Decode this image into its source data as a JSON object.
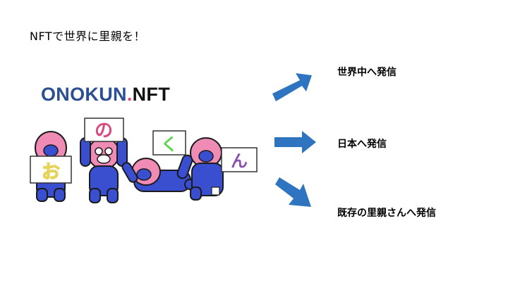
{
  "slide": {
    "title": "NFTで世界に里親を！",
    "logo": {
      "part1": "ONOKUN",
      "dot": ".",
      "part2": "NFT"
    },
    "sign_letters": [
      "お",
      "の",
      "く",
      "ん"
    ],
    "destinations": [
      "世界中へ発信",
      "日本へ発信",
      "既存の里親さんへ発信"
    ],
    "colors": {
      "arrow": "#2f74c0",
      "logo_blue": "#2c4f94",
      "logo_dot": "#d84a7b",
      "mascot_body": "#3a4ed0",
      "mascot_head": "#f08bb5"
    }
  }
}
